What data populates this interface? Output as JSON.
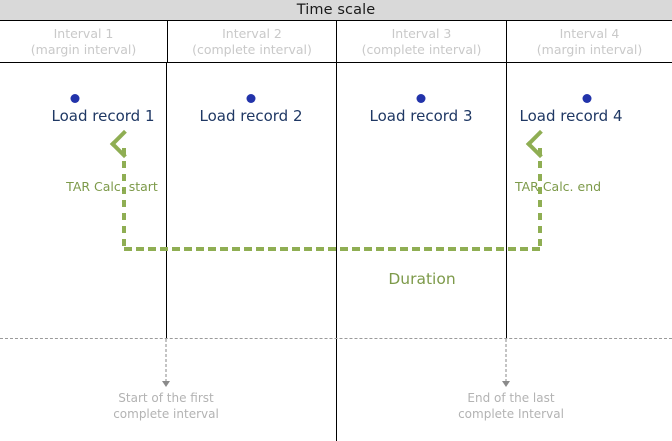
{
  "diagram": {
    "title": "Time scale",
    "intervals": [
      {
        "name": "Interval  1",
        "type": "(margin interval)"
      },
      {
        "name": "Interval  2",
        "type": "(complete interval)"
      },
      {
        "name": "Interval  3",
        "type": "(complete interval)"
      },
      {
        "name": "Interval  4",
        "type": "(margin interval)"
      }
    ],
    "records": [
      {
        "label": "Load record 1"
      },
      {
        "label": "Load record 2"
      },
      {
        "label": "Load record 3"
      },
      {
        "label": "Load record 4"
      }
    ],
    "callouts": {
      "start": "TAR Calc. start",
      "end": "TAR Calc. end",
      "duration": "Duration"
    },
    "notes": {
      "left_line1": "Start of the first",
      "left_line2": "complete interval",
      "right_line1": "End of the last",
      "right_line2": "complete Interval"
    },
    "colors": {
      "title_band": "#d9d9d9",
      "record_dot": "#2233aa",
      "record_text": "#1f3864",
      "callout_green": "#8fae53",
      "duration_text": "#7d9a4a",
      "header_text": "#c9c9c9",
      "note_text": "#b3b3b3",
      "rule": "#000000"
    }
  }
}
